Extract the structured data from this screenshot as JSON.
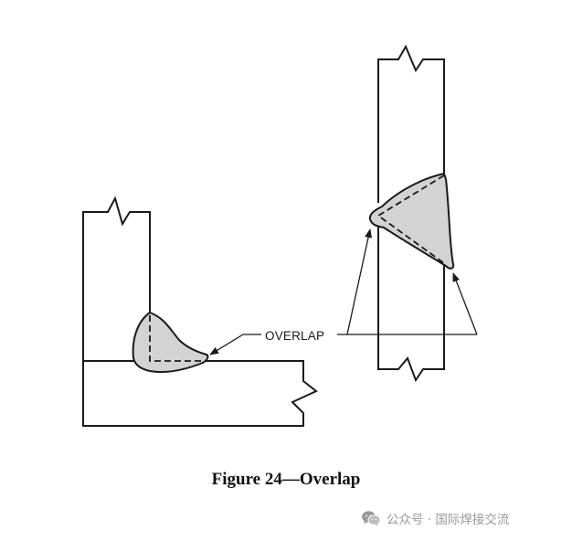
{
  "figure": {
    "callout_label": "OVERLAP",
    "caption": "Figure 24—Overlap"
  },
  "watermark": {
    "text": "公众号 · 国际焊接交流",
    "icon": "wechat-icon"
  },
  "colors": {
    "line": "#1a1a1a",
    "weld_fill": "#d3d3d3",
    "watermark": "#9a9a9a"
  }
}
